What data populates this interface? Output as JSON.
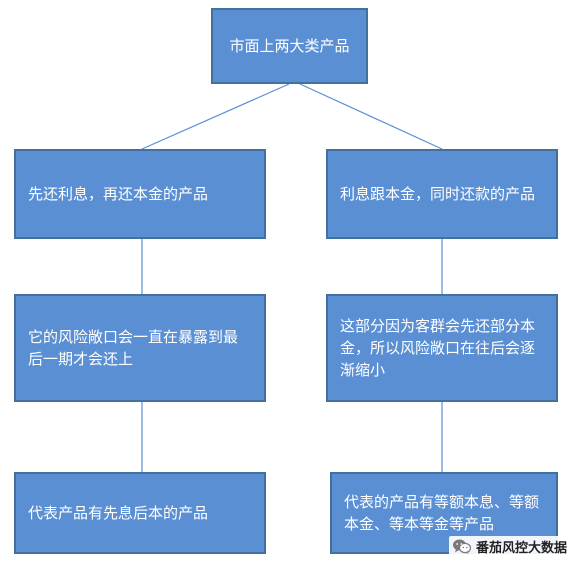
{
  "nodes": {
    "root": "市面上两大类产品",
    "left_1": "先还利息，再还本金的产品",
    "right_1": "利息跟本金，同时还款的产品",
    "left_2": "它的风险敞口会一直在暴露到最后一期才会还上",
    "right_2": "这部分因为客群会先还部分本金，所以风险敞口在往后会逐渐缩小",
    "left_3": "代表产品有先息后本的产品",
    "right_3": "代表的产品有等额本息、等额本金、等本等金等产品"
  },
  "watermark": {
    "text": "番茄风控大数据",
    "icon": "wechat-icon"
  },
  "colors": {
    "box_fill": "#5b8fd4",
    "box_border": "#41719c",
    "connector": "#5b8fd4",
    "text": "#ffffff"
  }
}
